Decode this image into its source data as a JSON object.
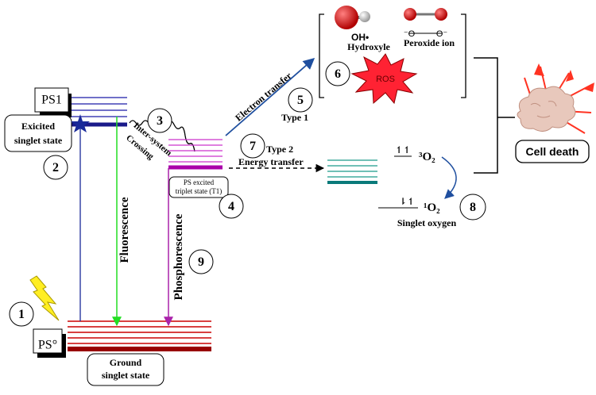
{
  "states": {
    "ps_ground": "PS°",
    "ps_excited": "PS1",
    "excited_singlet": [
      "Exicited",
      "singlet state"
    ],
    "ground_singlet": [
      "Ground",
      "singlet state"
    ],
    "triplet": [
      "PS excited",
      "triplet state (T1)"
    ]
  },
  "processes": {
    "fluorescence": "Fluorescence",
    "phosphorescence": "Phosphorescence",
    "isc": [
      "Inter-system",
      "Crossing"
    ],
    "electron_transfer": "Electron transfer",
    "type1": "Type 1",
    "type2": "Type 2",
    "energy_transfer": "Energy transfer"
  },
  "species": {
    "oh_radical": "OH•",
    "hydroxyle": "Hydroxyle",
    "peroxide_ion": "Peroxide ion",
    "peroxide_charge_left": "⁻O",
    "peroxide_charge_right": "O⁻",
    "ros": "ROS",
    "triplet_oxygen": "³O₂",
    "singlet_oxygen": "¹O₂",
    "singlet_oxygen_label": "Singlet oxygen",
    "spin_up_pair": "↿↿",
    "spin_pair": "⇂↿"
  },
  "outcome": {
    "cell_death": "Cell death"
  },
  "steps": [
    "1",
    "2",
    "3",
    "4",
    "5",
    "6",
    "7",
    "8",
    "9"
  ],
  "colors": {
    "ground_levels": "#cc0000",
    "singlet_levels": "#1a1aa8",
    "triplet_levels": "#cc33cc",
    "oxygen_levels": "#1a9a8a",
    "fluorescence": "#22dd22",
    "phosphorescence": "#aa22aa",
    "absorption": "#1a2a99",
    "ros_star": "#ff2233",
    "oxygen_atom": "#dd1111"
  }
}
